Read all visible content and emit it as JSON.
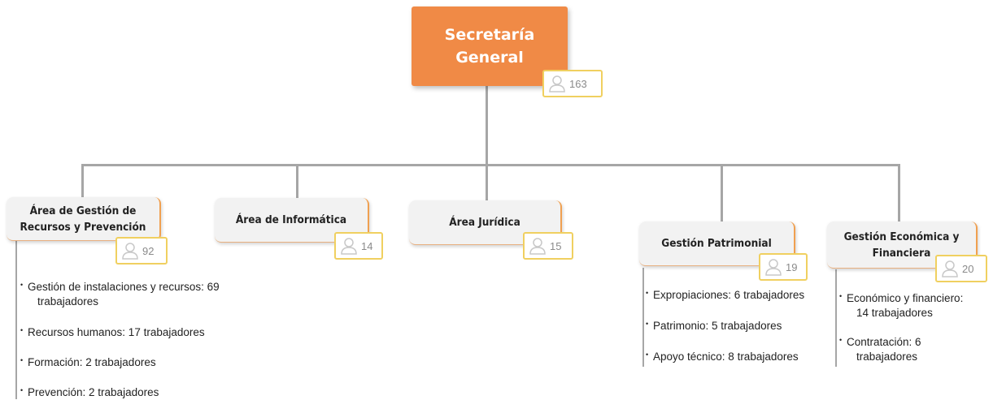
{
  "root": {
    "title": "Secretaría General",
    "count": "163"
  },
  "areas": [
    {
      "title": "Área de Gestión de Recursos y Prevención",
      "count": "92",
      "items": [
        {
          "main": "Gestión de instalaciones y recursos: 69",
          "cont": "trabajadores"
        },
        {
          "main": "Recursos humanos: 17 trabajadores",
          "cont": ""
        },
        {
          "main": "Formación: 2 trabajadores",
          "cont": ""
        },
        {
          "main": "Prevención: 2 trabajadores",
          "cont": ""
        }
      ]
    },
    {
      "title": "Área de Informática",
      "count": "14",
      "items": []
    },
    {
      "title": "Área Jurídica",
      "count": "15",
      "items": []
    },
    {
      "title": "Gestión Patrimonial",
      "count": "19",
      "items": [
        {
          "main": "Expropiaciones: 6 trabajadores",
          "cont": ""
        },
        {
          "main": "Patrimonio: 5 trabajadores",
          "cont": ""
        },
        {
          "main": "Apoyo técnico: 8 trabajadores",
          "cont": ""
        }
      ]
    },
    {
      "title": "Gestión Económica y Financiera",
      "count": "20",
      "items": [
        {
          "main": "Económico y financiero:",
          "cont": "14 trabajadores"
        },
        {
          "main": "Contratación: 6",
          "cont": "trabajadores"
        }
      ]
    }
  ],
  "colors": {
    "accent": "#f08a46",
    "badge_border": "#f0d060",
    "connector": "#a6a6a6"
  },
  "icon": "person-icon"
}
